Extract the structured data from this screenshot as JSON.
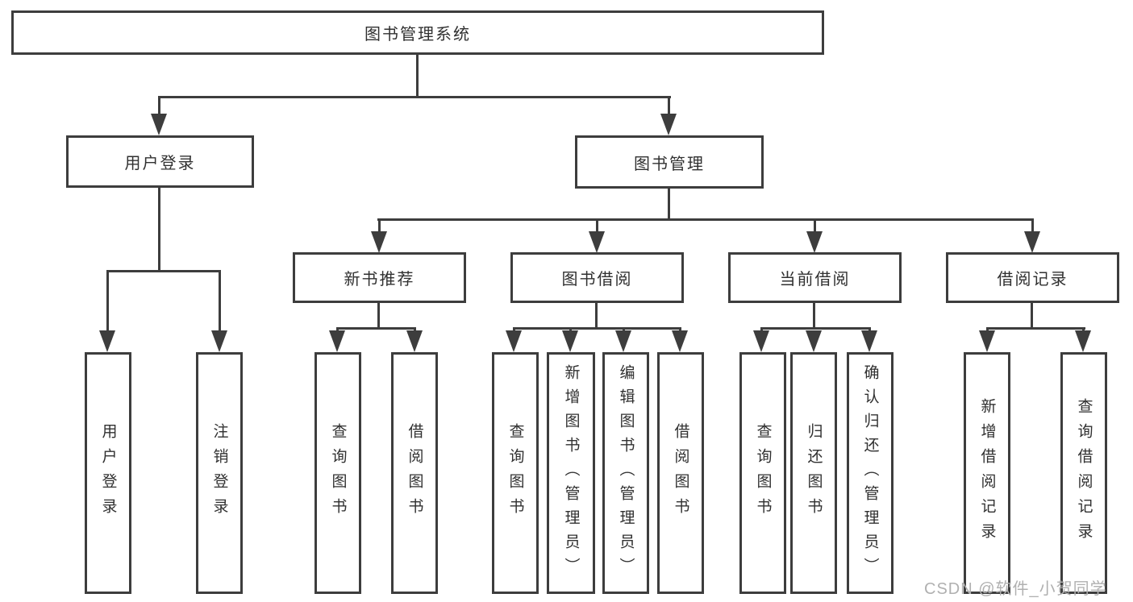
{
  "colors": {
    "line": "#3d3d3d",
    "text": "#303030",
    "watermark": "#b0b0b0",
    "background": "#ffffff"
  },
  "diagram": {
    "root": {
      "label": "图书管理系统"
    },
    "level2": [
      {
        "id": "user-login",
        "label": "用户登录",
        "parent": "图书管理系统"
      },
      {
        "id": "book-management",
        "label": "图书管理",
        "parent": "图书管理系统"
      }
    ],
    "level3": [
      {
        "id": "new-book-recommend",
        "label": "新书推荐",
        "parent": "图书管理"
      },
      {
        "id": "book-borrowing",
        "label": "图书借阅",
        "parent": "图书管理"
      },
      {
        "id": "current-borrowing",
        "label": "当前借阅",
        "parent": "图书管理"
      },
      {
        "id": "borrowing-records",
        "label": "借阅记录",
        "parent": "图书管理"
      }
    ],
    "leaves": [
      {
        "id": "user-login-leaf",
        "label": "用户登录",
        "parent": "用户登录"
      },
      {
        "id": "logout-leaf",
        "label": "注销登录",
        "parent": "用户登录"
      },
      {
        "id": "query-books-1",
        "label": "查询图书",
        "parent": "新书推荐"
      },
      {
        "id": "borrow-books-1",
        "label": "借阅图书",
        "parent": "新书推荐"
      },
      {
        "id": "query-books-2",
        "label": "查询图书",
        "parent": "图书借阅"
      },
      {
        "id": "add-book-admin",
        "label": "新增图书（管理员）",
        "parent": "图书借阅"
      },
      {
        "id": "edit-book-admin",
        "label": "编辑图书（管理员）",
        "parent": "图书借阅"
      },
      {
        "id": "borrow-books-2",
        "label": "借阅图书",
        "parent": "图书借阅"
      },
      {
        "id": "query-books-3",
        "label": "查询图书",
        "parent": "当前借阅"
      },
      {
        "id": "return-books",
        "label": "归还图书",
        "parent": "当前借阅"
      },
      {
        "id": "confirm-return-admin",
        "label": "确认归还（管理员）",
        "parent": "当前借阅"
      },
      {
        "id": "add-borrow-record",
        "label": "新增借阅记录",
        "parent": "借阅记录"
      },
      {
        "id": "query-borrow-record",
        "label": "查询借阅记录",
        "parent": "借阅记录"
      }
    ],
    "watermark": "CSDN @软件_小贺同学"
  }
}
